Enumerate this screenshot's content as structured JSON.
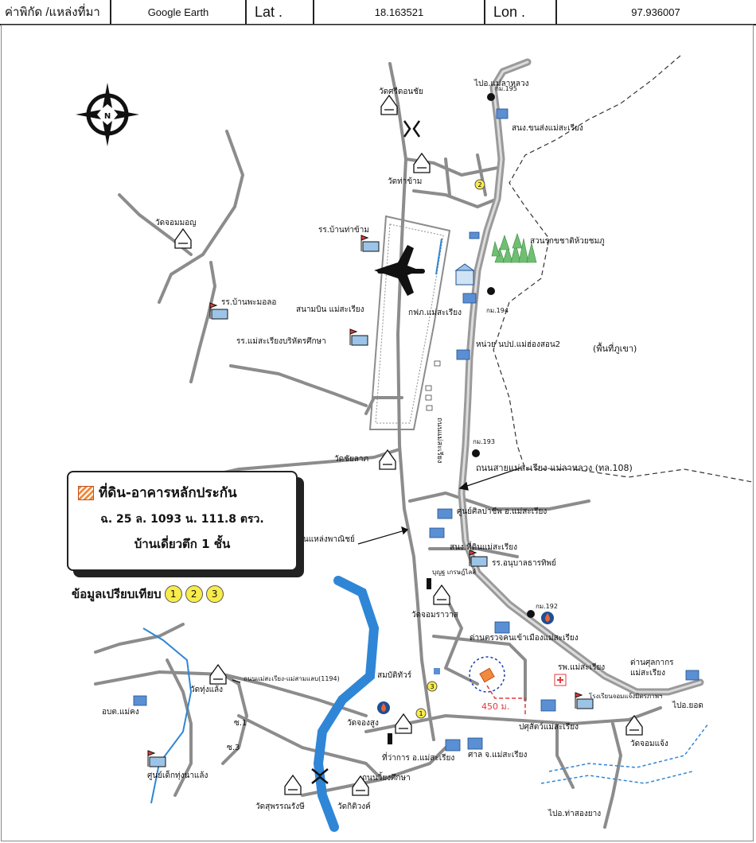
{
  "header": {
    "coord_label": "ค่าพิกัด /แหล่งที่มา",
    "source": "Google Earth",
    "lat_label": "Lat .",
    "lat_value": "18.163521",
    "lon_label": "Lon .",
    "lon_value": "97.936007"
  },
  "legend": {
    "title": "ที่ดิน-อาคารหลักประกัน",
    "deed": "ฉ. 25 ล. 1093 น. 111.8 ตรว.",
    "building": "บ้านเดี่ยวตึก 1 ชั้น"
  },
  "compare": {
    "label": "ข้อมูลเปรียบเทียบ",
    "items": [
      "1",
      "2",
      "3"
    ]
  },
  "compass": {
    "letter": "N"
  },
  "labels": {
    "to_mae_la_luang": "ไปอ.แม่ลาหลวง",
    "km195": "กม.195",
    "snong_transport": "สนง.ขนส่งแม่สะเรียง",
    "wat_si_don_chai": "วัดศรีดอนชัย",
    "wat_tha_kham": "วัดท่าข้าม",
    "wat_chom_mon": "วัดจอมมอญ",
    "school_ban_tha_kham": "รร.บ้านท่าข้าม",
    "park": "สวนรุกขชาติห้วยชมภู",
    "school_pha_mo_lo": "รร.บ้านพะมอลอ",
    "airport": "สนามบิน แม่สะเรียง",
    "pea": "กฟภ.แม่สะเรียง",
    "km194": "กม.194",
    "school_borihan": "รร.แม่สะเรียงบริหัตรศึกษา",
    "unit_chaso": "หน่วย นปป.แม่ฮ่องสอน2",
    "mountain": "(พื้นที่ภูเขา)",
    "km193": "กม.193",
    "wat_chai_lap": "วัดชัยลาภ",
    "road_vertical": "ถนนแม่สะเรียง",
    "main_road": "ถนนสายแม่สะเรียง-แม่ลาหลวง (ทล.108)",
    "art_center": "ศูนย์ศิลปาชีพ อ.แม่สะเรียง",
    "road_laeng_phanit": "ถนนแหล่งพาณิชย์",
    "land_office": "สนง.ที่ดินแม่สะเรียง",
    "kindergarten": "รร.อนุบาลธารทิพย์",
    "boonyakasem": "บุญฐ เกรษฎ์ไลส์",
    "wat_chom_rawat": "วัดจอมราวาส",
    "km192": "กม.192",
    "immigration": "ด่านตรวจคนเข้าเมืองแม่สะเรียง",
    "customs": "ด่านศุลกากร\nแม่สะเรียง",
    "hospital": "รพ.แม่สะเรียง",
    "school_mittraphap": "โรงเรียนจอมแจ้งมิตรภาพฯ",
    "to_sop_moei": "ไปอ.ยอด",
    "distance": "450 ม.",
    "wat_thung_laeng": "วัดทุ่งแล้ง",
    "road_1194": "ถนนแม่สะเรียง-แม่สามแลบ(1194)",
    "sambattiwong": "สมบัติทัวร์",
    "obt": "อบต.แม่คง",
    "wat_chong_sung": "วัดจองสูง",
    "district_office": "ที่ว่าการ อ.แม่สะเรียง",
    "court": "ศาล จ.แม่สะเรียง",
    "post": "ปศุสัตว์แม่สะเรียง",
    "wat_chom_chaeng": "วัดจอมแจ้ง",
    "s1": "ซ.1",
    "s3": "ซ.3",
    "child_center": "ศูนย์เด็กทุ่งนาแล้ง",
    "wat_suwan": "วัดสุพรรณรังษี",
    "road_wiang_suksa": "ถนนวิ้ยงศึกษา",
    "wat_kittiwong": "วัดกิติวงค์",
    "to_tha_song_yang": "ไปอ.ท่าสองยาง"
  },
  "colors": {
    "river": "#2f86d6",
    "road": "#8c8c8c",
    "main_road": "#9a9a9a",
    "park": "#6fbf73",
    "subject": "#f08a3c"
  }
}
